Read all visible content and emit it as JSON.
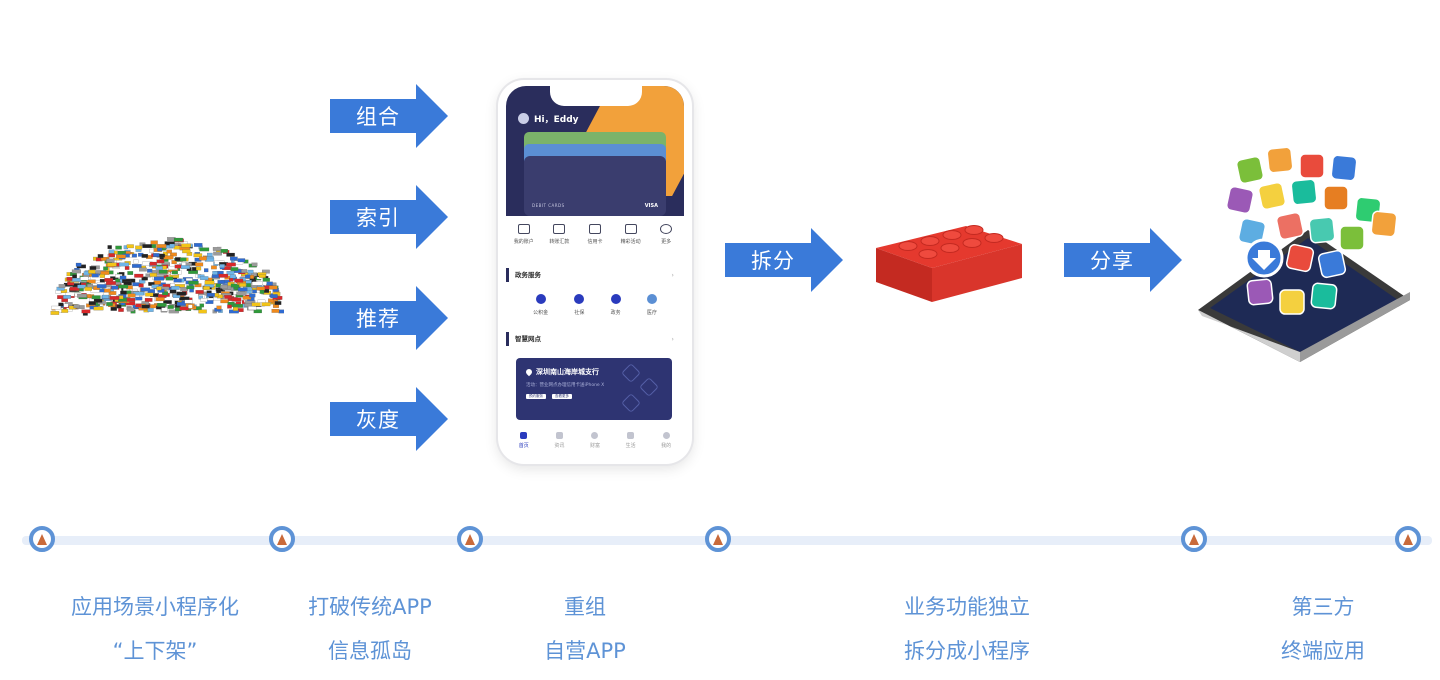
{
  "arrows": [
    {
      "label": "组合",
      "color": "#3a7ad9"
    },
    {
      "label": "索引",
      "color": "#3a7ad9"
    },
    {
      "label": "推荐",
      "color": "#3a7ad9"
    },
    {
      "label": "灰度",
      "color": "#3a7ad9"
    },
    {
      "label": "拆分",
      "color": "#3a7ad9"
    },
    {
      "label": "分享",
      "color": "#3a7ad9"
    }
  ],
  "phone": {
    "greeting": "Hi，Eddy",
    "card_text": "DEBIT CARDS",
    "card_brand": "VISA",
    "quick_actions": [
      "我的账户",
      "转账汇款",
      "信用卡",
      "精彩活动",
      "更多"
    ],
    "section_gov": "政务服务",
    "gov_items": [
      "公积金",
      "社保",
      "政务",
      "医疗"
    ],
    "section_branch": "智慧网点",
    "branch_name": "深圳南山海岸城支行",
    "branch_sub": "活动：营业网点办理信用卡送iPhone X",
    "branch_btn1": "预约服务",
    "branch_btn2": "查看更多",
    "tabs": [
      "首页",
      "资讯",
      "财富",
      "生活",
      "我的"
    ]
  },
  "timeline": {
    "line_color": "#e7eef9",
    "node_ring_color": "#5e93d6",
    "node_mark_color": "#c96a3a",
    "captions": [
      {
        "line1": "应用场景小程序化",
        "line2": "“上下架”"
      },
      {
        "line1": "打破传统APP",
        "line2": "信息孤岛"
      },
      {
        "line1": "重组",
        "line2": "自营APP"
      },
      {
        "line1": "业务功能独立",
        "line2": "拆分成小程序"
      },
      {
        "line1": "第三方",
        "line2": "终端应用"
      }
    ]
  },
  "colors": {
    "arrow": "#3a7ad9",
    "caption": "#5e93d6",
    "brick": "#d9352b"
  }
}
